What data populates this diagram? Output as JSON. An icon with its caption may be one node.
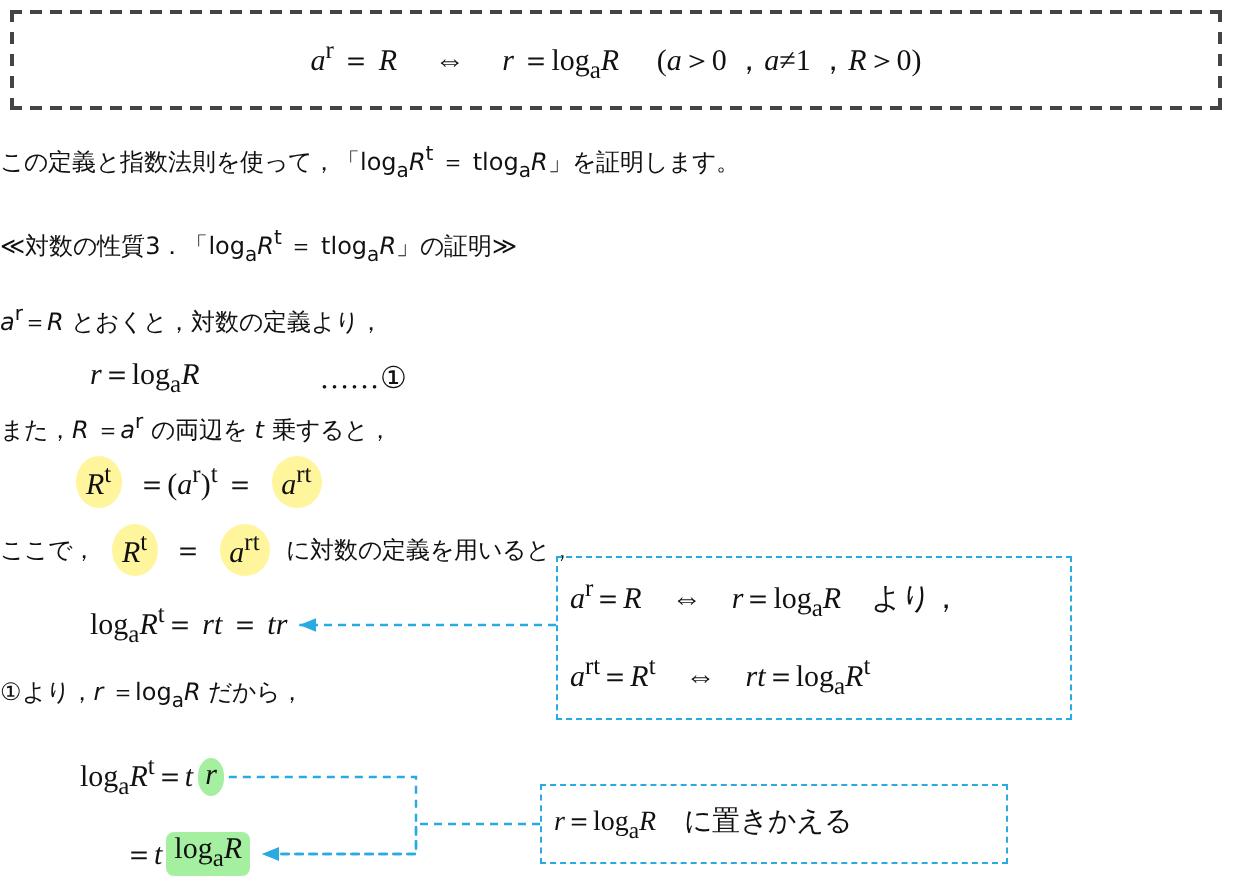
{
  "diagram": {
    "nodes": [
      {
        "text": [
          "*a*$^{r}$ ＝ *R*　 ⇔ 　*r* ＝log$_{a}$*R*　 (*a*＞0 ，*a*≠1 ，*R*＞0)"
        ]
      },
      {
        "text": [
          "log$_{a}$*R*$^{t}$＝ *rt* ＝ *tr*"
        ]
      },
      {
        "text": [
          "*a*$^{r}$＝*R*　⇔　*r*＝log$_{a}$*R*　より，",
          "*a*$^{rt}$＝*R*$^{t}$　⇔　*rt*＝log$_{a}$*R*$^{t}$"
        ]
      },
      {
        "text": [
          "log$_{a}$*R*$^{t}$＝*t*",
          "*r*"
        ]
      },
      {
        "text": [
          "＝*t*",
          "log$_{a}$*R*"
        ]
      },
      {
        "text": [
          "*r*＝log$_{a}$*R*　に置きかえる"
        ]
      }
    ],
    "edges": [
      {
        "from": 2,
        "to": 1,
        "arrow": "to",
        "style": "dashed"
      },
      {
        "from": 3,
        "to": 4,
        "arrow": "to",
        "style": "dashed"
      },
      {
        "from": 5,
        "to": 4,
        "arrow": "to",
        "style": "dashed"
      }
    ],
    "labels": [
      "この定義と指数法則を使って，「log$_{a}$*R*$^{t}$ ＝ tlog$_{a}$*R*」を証明します。",
      "≪対数の性質3．「log$_{a}$*R*$^{t}$ ＝ tlog$_{a}$*R*」の証明≫",
      "*a*$^{r}$＝*R* とおくと，対数の定義より，",
      "*r*＝log$_{a}$*R*",
      "……①",
      "また，*R* ＝*a*$^{r}$ の両辺を *t* 乗すると，",
      "*R*$^{t}$",
      "＝(*a*$^{r}$)$^{t}$ ＝",
      "*a*$^{rt}$",
      "ここで，",
      "*R*$^{t}$",
      "＝",
      "*a*$^{rt}$",
      "に対数の定義を用いると，",
      "①より，*r* ＝log$_{a}$*R* だから，"
    ]
  }
}
